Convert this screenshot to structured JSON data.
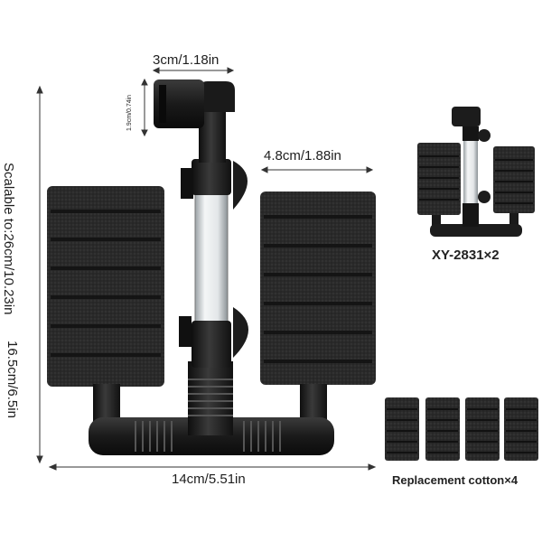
{
  "dimensions": {
    "top_width": "3cm/1.18in",
    "elbow_height": "1.9cm/0.74in",
    "sponge_width": "4.8cm/1.88in",
    "total_height": "16.5cm/6.5in",
    "scalable": "Scalable to:26cm/10.23in",
    "total_width": "14cm/5.51in"
  },
  "labels": {
    "model": "XY-2831×2",
    "replacement": "Replacement cotton×4"
  },
  "colors": {
    "sponge": "#2b2b2b",
    "plastic": "#1c1c1c",
    "tube": "#d9dde0",
    "arrow": "#333333"
  }
}
